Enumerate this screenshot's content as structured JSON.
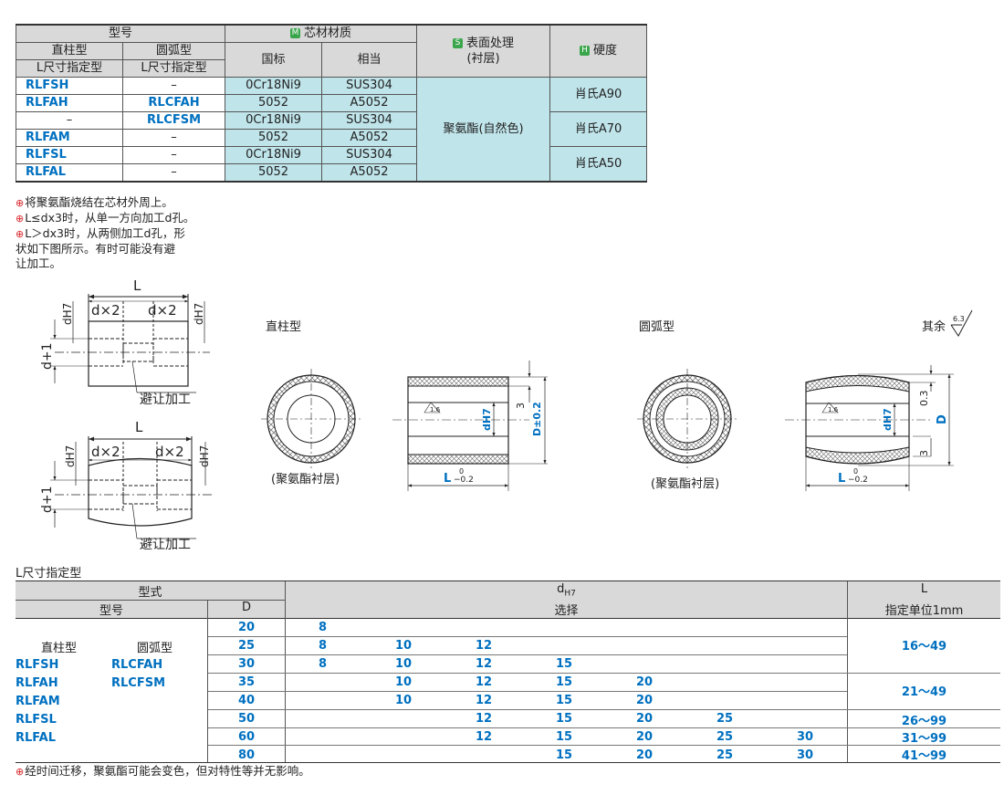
{
  "top_table": {
    "header": {
      "model": "型号",
      "straight": "直柱型",
      "arc": "圆弧型",
      "l_spec": "L尺寸指定型",
      "core_material": "芯材材质",
      "core_mark": "M",
      "gb": "国标",
      "equiv": "相当",
      "surface": "表面处理",
      "surface_sub": "(衬层)",
      "surface_mark": "S",
      "hardness": "硬度",
      "hardness_mark": "H"
    },
    "rows": [
      {
        "straight": "RLFSH",
        "arc": "–",
        "gb": "0Cr18Ni9",
        "equiv": "SUS304"
      },
      {
        "straight": "RLFAH",
        "arc": "RLCFAH",
        "gb": "5052",
        "equiv": "A5052"
      },
      {
        "straight": "–",
        "arc": "RLCFSM",
        "gb": "0Cr18Ni9",
        "equiv": "SUS304"
      },
      {
        "straight": "RLFAM",
        "arc": "–",
        "gb": "5052",
        "equiv": "A5052"
      },
      {
        "straight": "RLFSL",
        "arc": "–",
        "gb": "0Cr18Ni9",
        "equiv": "SUS304"
      },
      {
        "straight": "RLFAL",
        "arc": "–",
        "gb": "5052",
        "equiv": "A5052"
      }
    ],
    "surface_value": "聚氨酯(自然色)",
    "hardness_values": [
      "肖氏A90",
      "肖氏A70",
      "肖氏A50"
    ]
  },
  "notes": [
    "将聚氨酯烧结在芯材外周上。",
    "L≤dx3时，从单一方向加工d孔。",
    "L＞dx3时，从两侧加工d孔，形",
    "状如下图所示。有时可能没有避",
    "让加工。"
  ],
  "drawings": {
    "dim_L": "L",
    "dx2": "d×2",
    "dH7": "dH7",
    "d1": "d+1",
    "relief": "避让加工",
    "straight_title": "直柱型",
    "arc_title": "圆弧型",
    "lining": "(聚氨酯衬层)",
    "rest": "其余",
    "rough_main": "6.3",
    "rough_inner": "1.6",
    "dim_3": "3",
    "dim_03": "0.3",
    "dim_D": "D",
    "tol_D": "D±0.2",
    "tol_L": "L",
    "tol_L_upper": "0",
    "tol_L_lower": "−0.2"
  },
  "bottom_title": "L尺寸指定型",
  "bottom_table": {
    "header": {
      "type": "型式",
      "model": "型号",
      "D": "D",
      "d": "d",
      "d_sub": "H7",
      "select": "选择",
      "L": "L",
      "L_unit": "指定单位1mm"
    },
    "type_labels": [
      "直柱型",
      "圆弧型"
    ],
    "straight_models": [
      "RLFSH",
      "RLFAH",
      "RLFAM",
      "RLFSL",
      "RLFAL"
    ],
    "arc_models": [
      "RLCFAH",
      "RLCFSM"
    ],
    "rows": [
      {
        "D": "20",
        "d": [
          "8",
          "",
          "",
          "",
          "",
          "",
          ""
        ]
      },
      {
        "D": "25",
        "d": [
          "8",
          "10",
          "12",
          "",
          "",
          "",
          ""
        ]
      },
      {
        "D": "30",
        "d": [
          "8",
          "10",
          "12",
          "15",
          "",
          "",
          ""
        ]
      },
      {
        "D": "35",
        "d": [
          "",
          "10",
          "12",
          "15",
          "20",
          "",
          ""
        ]
      },
      {
        "D": "40",
        "d": [
          "",
          "10",
          "12",
          "15",
          "20",
          "",
          ""
        ]
      },
      {
        "D": "50",
        "d": [
          "",
          "",
          "12",
          "15",
          "20",
          "25",
          ""
        ]
      },
      {
        "D": "60",
        "d": [
          "",
          "",
          "12",
          "15",
          "20",
          "25",
          "30"
        ]
      },
      {
        "D": "80",
        "d": [
          "",
          "",
          "",
          "15",
          "20",
          "25",
          "30"
        ]
      }
    ],
    "L_ranges": [
      "16～49",
      "21～49",
      "26～99",
      "31～99",
      "41～99"
    ]
  },
  "footnote": "经时间迁移，聚氨酯可能会变色，但对特性等并无影响。",
  "colors": {
    "accent_blue": "#0070c0",
    "cyan_fill": "#bfe4ea",
    "header_gray": "#d9d9d9",
    "mark_green": "#3aa64c",
    "warn_red": "#d9262a"
  }
}
